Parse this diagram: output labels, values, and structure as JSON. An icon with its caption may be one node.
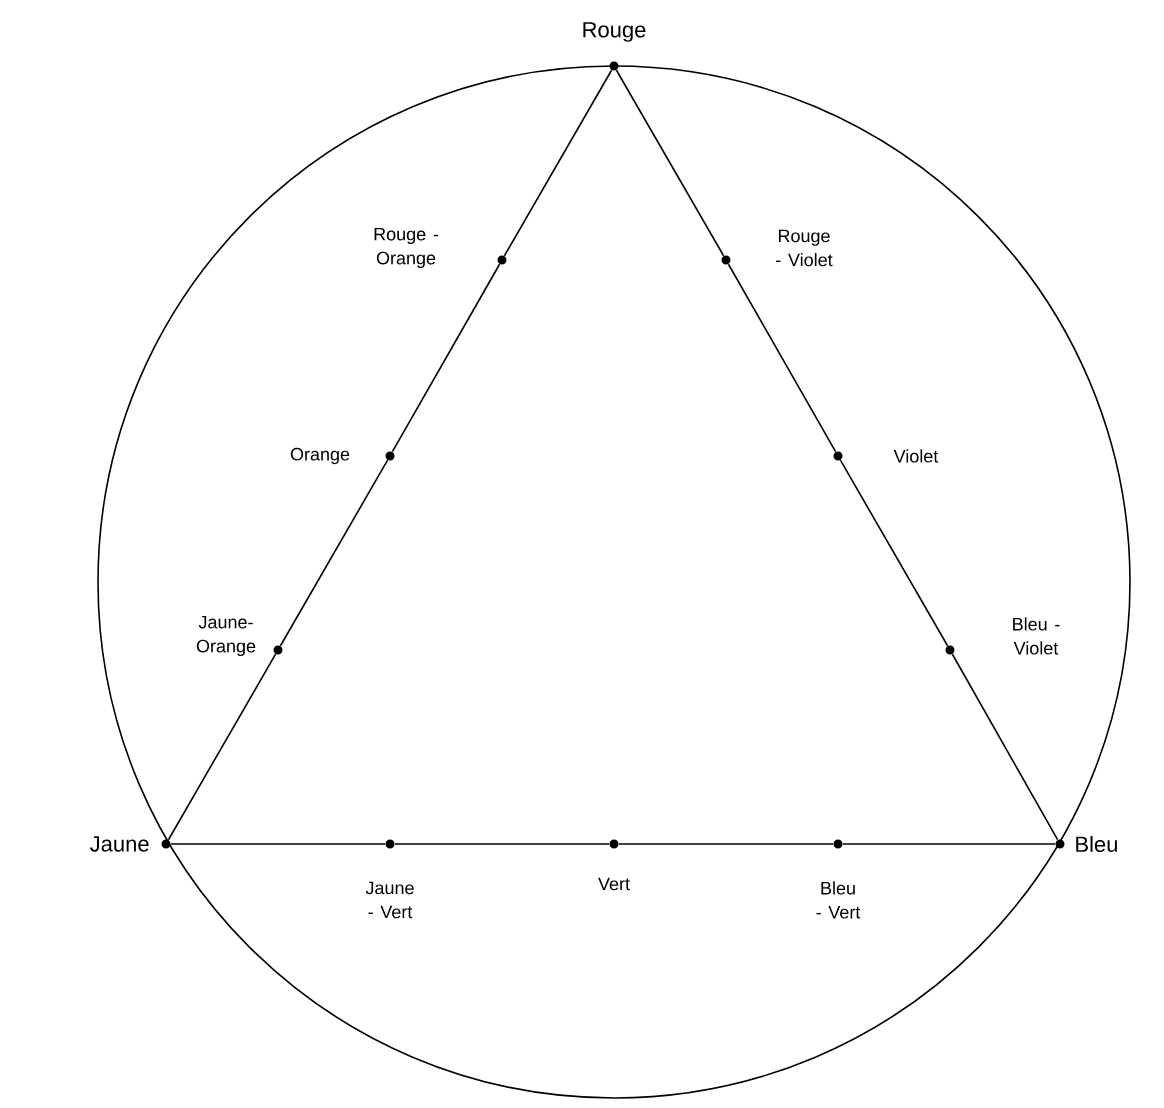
{
  "diagram": {
    "nodes": [
      {
        "text": [
          "Rouge"
        ]
      },
      {
        "text": [
          "Rouge - Orange"
        ]
      },
      {
        "text": [
          "Rouge - Violet"
        ]
      },
      {
        "text": [
          "Orange"
        ]
      },
      {
        "text": [
          "Violet"
        ]
      },
      {
        "text": [
          "Jaune-Orange"
        ]
      },
      {
        "text": [
          "Bleu - Violet"
        ]
      },
      {
        "text": [
          "Jaune"
        ]
      },
      {
        "text": [
          "Jaune - Vert"
        ]
      },
      {
        "text": [
          "Vert"
        ]
      },
      {
        "text": [
          "Bleu - Vert"
        ]
      },
      {
        "text": [
          "Bleu"
        ]
      }
    ],
    "edges": [
      {
        "from": 0,
        "to": 1,
        "arrow": "none"
      },
      {
        "from": 1,
        "to": 3,
        "arrow": "none"
      },
      {
        "from": 3,
        "to": 5,
        "arrow": "none"
      },
      {
        "from": 5,
        "to": 7,
        "arrow": "none"
      },
      {
        "from": 0,
        "to": 2,
        "arrow": "none"
      },
      {
        "from": 2,
        "to": 4,
        "arrow": "none"
      },
      {
        "from": 4,
        "to": 6,
        "arrow": "none"
      },
      {
        "from": 6,
        "to": 11,
        "arrow": "none"
      },
      {
        "from": 7,
        "to": 8,
        "arrow": "none"
      },
      {
        "from": 8,
        "to": 9,
        "arrow": "none"
      },
      {
        "from": 9,
        "to": 10,
        "arrow": "none"
      },
      {
        "from": 10,
        "to": 11,
        "arrow": "none"
      }
    ]
  }
}
